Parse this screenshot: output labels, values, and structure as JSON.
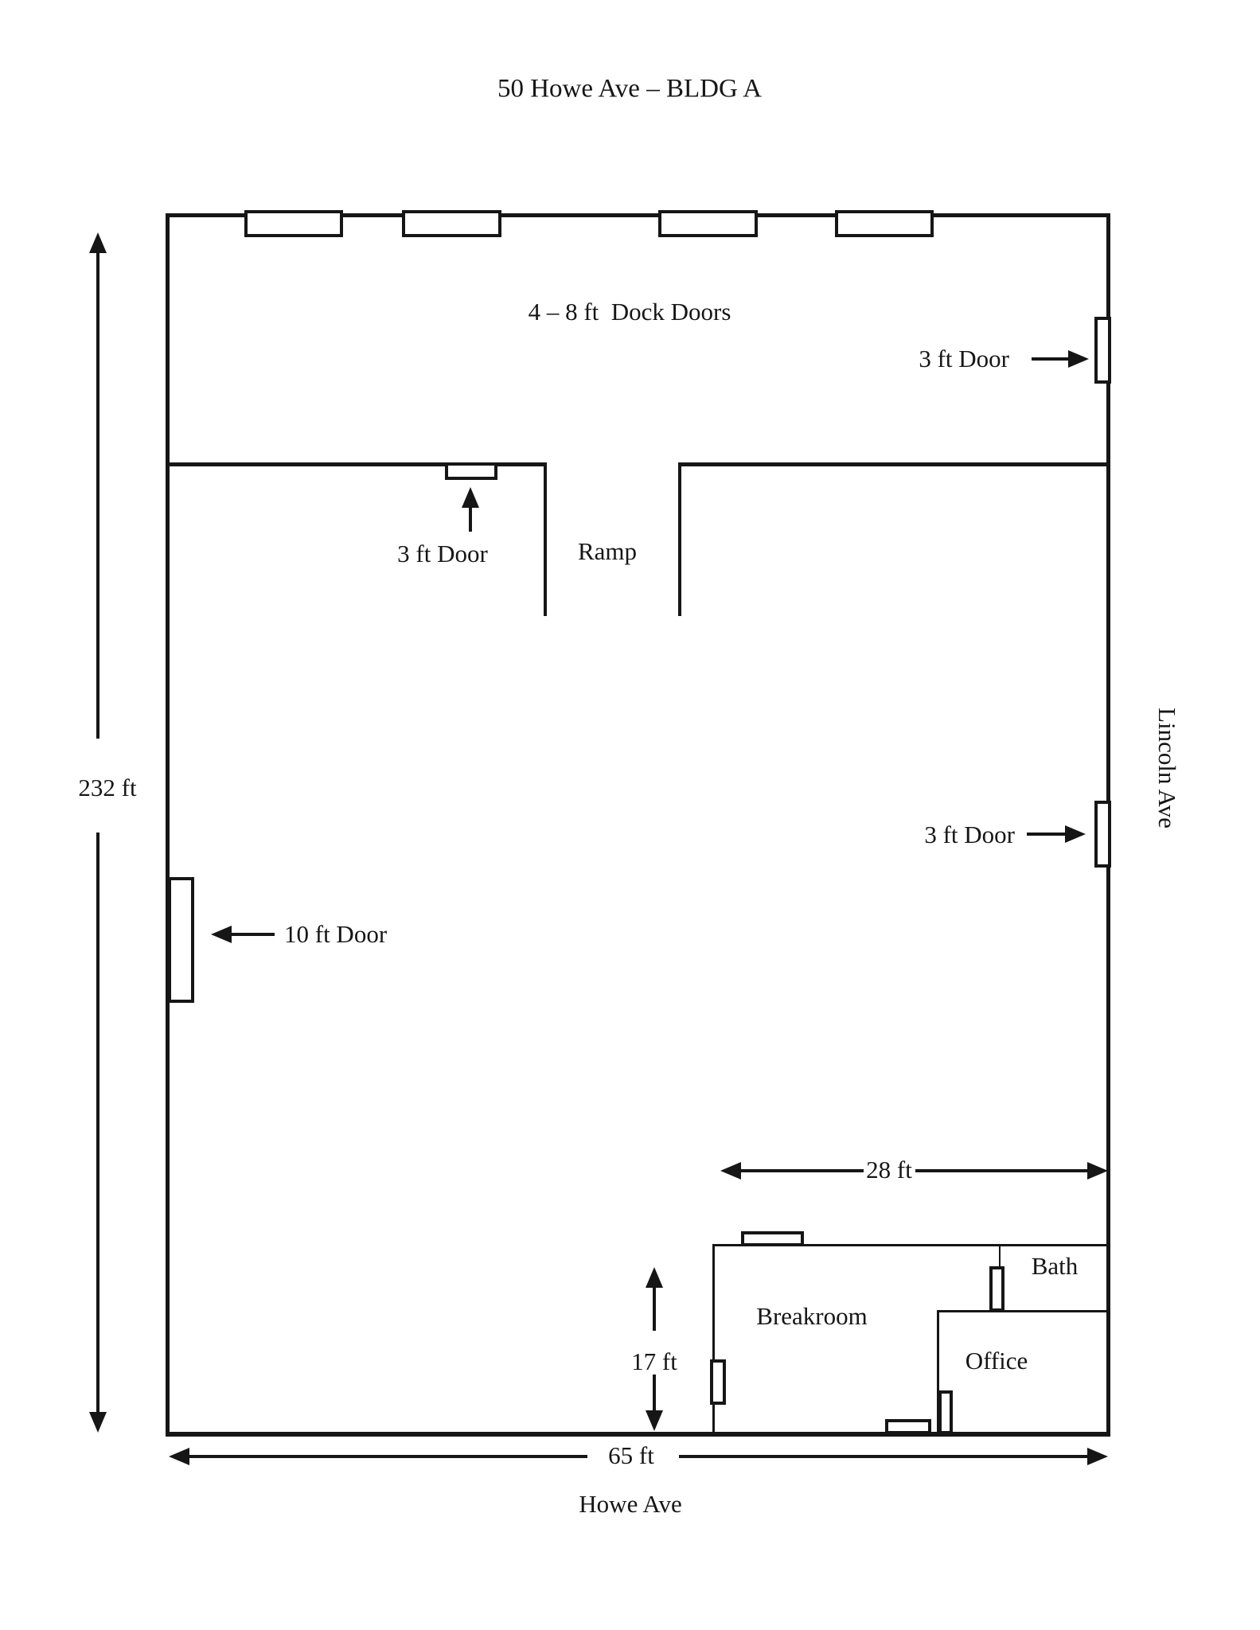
{
  "title": "50 Howe Ave – BLDG A",
  "labels": {
    "dock_doors": "4 – 8 ft  Dock Doors",
    "door_3ft_top": "3 ft Door",
    "door_3ft_ramp": "3 ft Door",
    "door_3ft_mid": "3 ft Door",
    "door_10ft": "10 ft Door",
    "ramp": "Ramp",
    "breakroom": "Breakroom",
    "bath": "Bath",
    "office": "Office"
  },
  "dimensions": {
    "building_height": "232 ft",
    "building_width": "65 ft",
    "rooms_width": "28 ft",
    "rooms_height": "17 ft"
  },
  "streets": {
    "right": "Lincoln Ave",
    "bottom": "Howe Ave"
  },
  "colors": {
    "line": "#161616",
    "background": "#ffffff"
  }
}
